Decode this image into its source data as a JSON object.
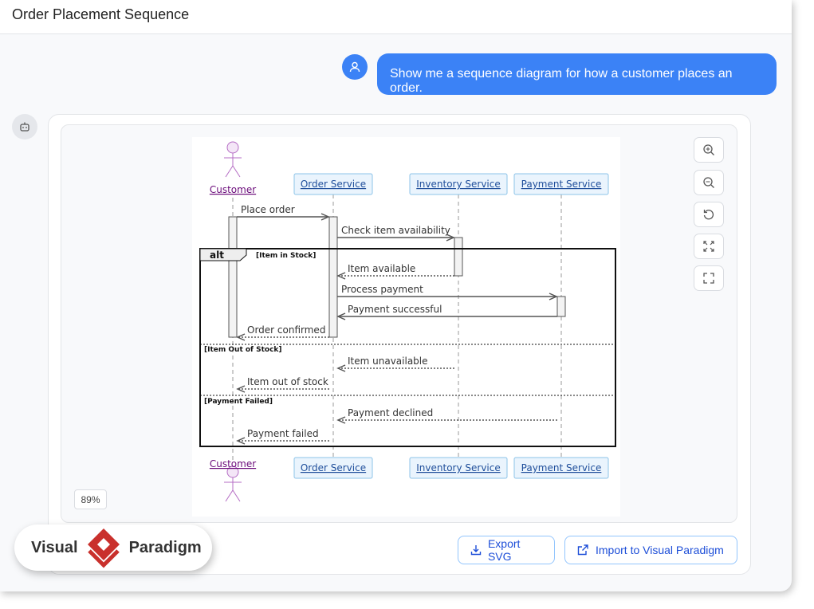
{
  "header": {
    "title": "Order Placement Sequence"
  },
  "chat": {
    "user_message": "Show me a sequence diagram for how a customer places an order."
  },
  "diagram": {
    "participants": [
      {
        "name": "Customer",
        "type": "actor"
      },
      {
        "name": "Order Service",
        "type": "participant"
      },
      {
        "name": "Inventory Service",
        "type": "participant"
      },
      {
        "name": "Payment Service",
        "type": "participant"
      }
    ],
    "messages": [
      {
        "from": 0,
        "to": 1,
        "label": "Place order",
        "style": "sync"
      },
      {
        "from": 1,
        "to": 2,
        "label": "Check item availability",
        "style": "sync"
      },
      {
        "from": 2,
        "to": 1,
        "label": "Item available",
        "style": "reply"
      },
      {
        "from": 1,
        "to": 3,
        "label": "Process payment",
        "style": "sync"
      },
      {
        "from": 3,
        "to": 1,
        "label": "Payment successful",
        "style": "sync"
      },
      {
        "from": 1,
        "to": 0,
        "label": "Order confirmed",
        "style": "reply"
      },
      {
        "from": 2,
        "to": 1,
        "label": "Item unavailable",
        "style": "reply"
      },
      {
        "from": 1,
        "to": 0,
        "label": "Item out of stock",
        "style": "reply"
      },
      {
        "from": 3,
        "to": 1,
        "label": "Payment declined",
        "style": "reply"
      },
      {
        "from": 1,
        "to": 0,
        "label": "Payment failed",
        "style": "reply"
      }
    ],
    "fragment": {
      "operator": "alt",
      "guards": [
        "[Item in Stock]",
        "[Item Out of Stock]",
        "[Payment Failed]"
      ]
    },
    "colors": {
      "actor": "#b46cc4",
      "participant_fill": "#eaf4fd",
      "participant_border": "#8cc3e8",
      "link": "#1f4e9b"
    }
  },
  "toolbar": {
    "icons": [
      "zoom-in-icon",
      "zoom-out-icon",
      "reset-icon",
      "fit-icon",
      "fullscreen-icon"
    ]
  },
  "zoom_level": "89%",
  "actions": {
    "export_svg": "Export SVG",
    "import_vp": "Import to Visual Paradigm"
  },
  "logo": {
    "left": "Visual",
    "right": "Paradigm"
  },
  "accent": "#3b82f6"
}
